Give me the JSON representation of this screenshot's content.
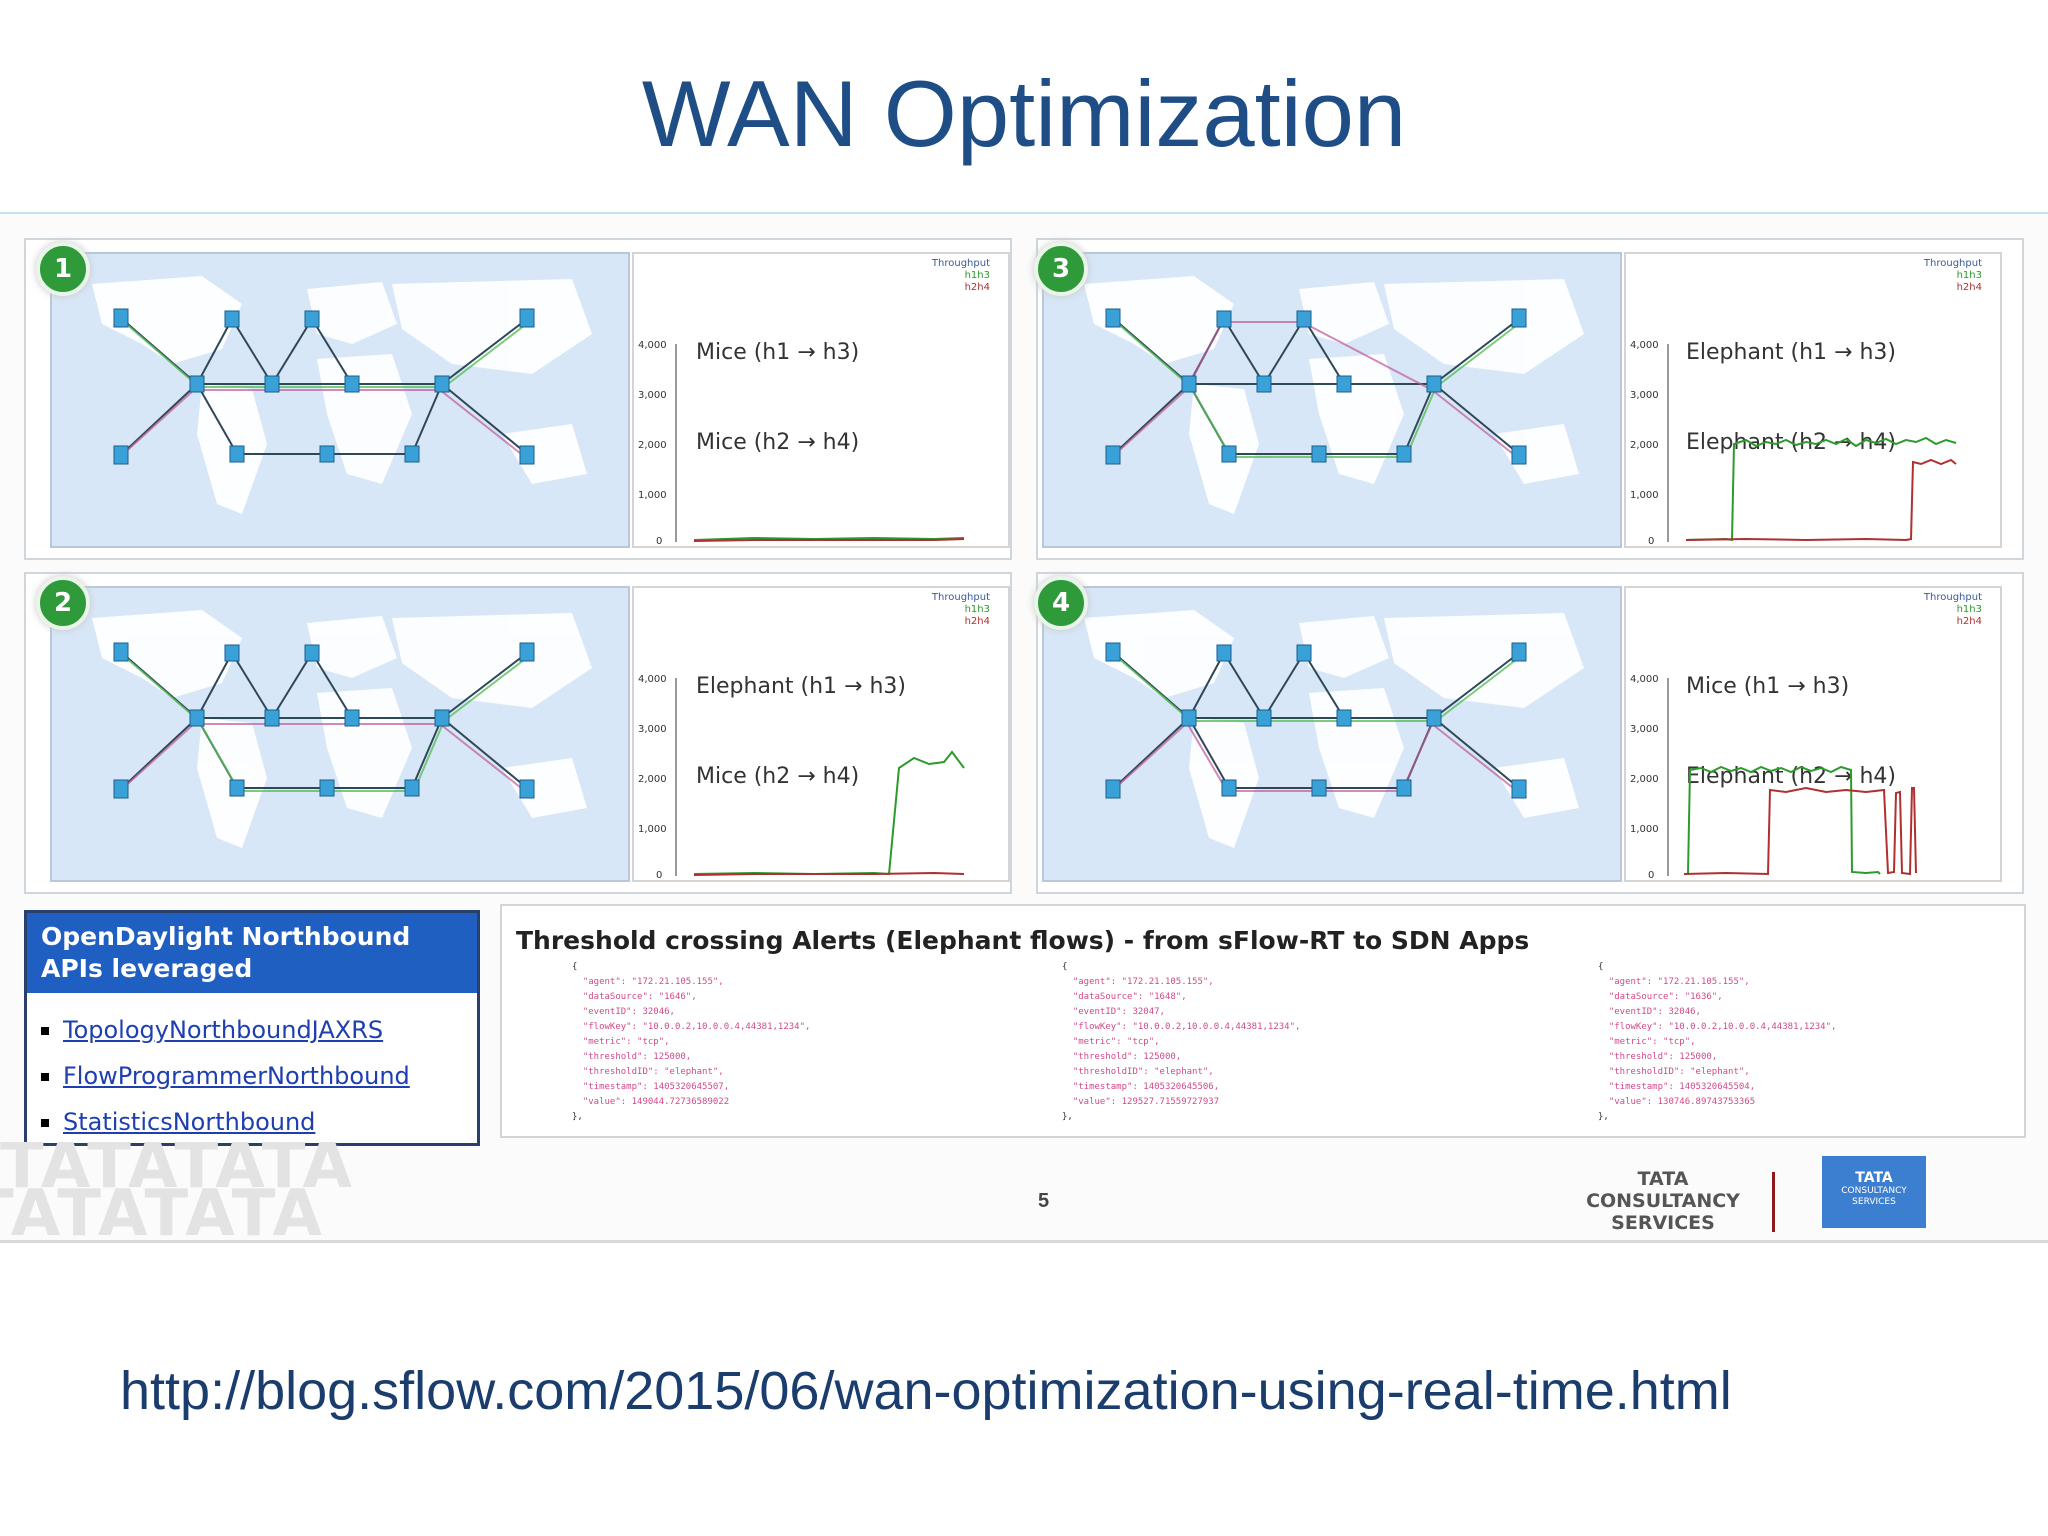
{
  "title": "WAN Optimization",
  "panels": [
    {
      "badge": "1",
      "flows": [
        "Mice (h1 → h3)",
        "Mice (h2 → h4)"
      ],
      "legend": [
        "Throughput",
        "h1h3",
        "h2h4"
      ],
      "yticks": [
        "4,000",
        "3,000",
        "2,000",
        "1,000",
        "0"
      ]
    },
    {
      "badge": "3",
      "flows": [
        "Elephant (h1 → h3)",
        "Elephant (h2 → h4)"
      ],
      "legend": [
        "Throughput",
        "h1h3",
        "h2h4"
      ],
      "yticks": [
        "4,000",
        "3,000",
        "2,000",
        "1,000",
        "0"
      ]
    },
    {
      "badge": "2",
      "flows": [
        "Elephant (h1 → h3)",
        "Mice (h2 → h4)"
      ],
      "legend": [
        "Throughput",
        "h1h3",
        "h2h4"
      ],
      "yticks": [
        "4,000",
        "3,000",
        "2,000",
        "1,000",
        "0"
      ]
    },
    {
      "badge": "4",
      "flows": [
        "Mice (h1 → h3)",
        "Elephant (h2 → h4)"
      ],
      "legend": [
        "Throughput",
        "h1h3",
        "h2h4"
      ],
      "yticks": [
        "4,000",
        "3,000",
        "2,000",
        "1,000",
        "0"
      ]
    }
  ],
  "api_box": {
    "heading_line1": "OpenDaylight Northbound",
    "heading_line2": "APIs leveraged",
    "items": [
      "TopologyNorthboundJAXRS",
      "FlowProgrammerNorthbound",
      "StatisticsNorthbound"
    ]
  },
  "alerts": {
    "title": "Threshold crossing Alerts (Elephant flows) -  from sFlow-RT to SDN Apps",
    "blocks": [
      [
        "{",
        "\"agent\": \"172.21.105.155\",",
        "\"dataSource\": \"1646\",",
        "\"eventID\": 32046,",
        "\"flowKey\": \"10.0.0.2,10.0.0.4,44381,1234\",",
        "\"metric\": \"tcp\",",
        "\"threshold\": 125000,",
        "\"thresholdID\": \"elephant\",",
        "\"timestamp\": 1405320645507,",
        "\"value\": 149044.72736589022",
        "},"
      ],
      [
        "{",
        "\"agent\": \"172.21.105.155\",",
        "\"dataSource\": \"1648\",",
        "\"eventID\": 32047,",
        "\"flowKey\": \"10.0.0.2,10.0.0.4,44381,1234\",",
        "\"metric\": \"tcp\",",
        "\"threshold\": 125000,",
        "\"thresholdID\": \"elephant\",",
        "\"timestamp\": 1405320645506,",
        "\"value\": 129527.71559727937",
        "},"
      ],
      [
        "{",
        "\"agent\": \"172.21.105.155\",",
        "\"dataSource\": \"1636\",",
        "\"eventID\": 32046,",
        "\"flowKey\": \"10.0.0.2,10.0.0.4,44381,1234\",",
        "\"metric\": \"tcp\",",
        "\"threshold\": 125000,",
        "\"thresholdID\": \"elephant\",",
        "\"timestamp\": 1405320645504,",
        "\"value\": 130746.89743753365",
        "},"
      ]
    ]
  },
  "page_number": "5",
  "brand": {
    "watermark": "TATATATA",
    "tcs_line1": "TATA",
    "tcs_line2": "CONSULTANCY",
    "tcs_line3": "SERVICES",
    "logo_line1": "TATA",
    "logo_line2": "CONSULTANCY",
    "logo_line3": "SERVICES"
  },
  "url": "http://blog.sflow.com/2015/06/wan-optimization-using-real-time.html",
  "colors": {
    "title": "#1f4e87",
    "h1h3": "#2c9a2c",
    "h2h4": "#b03030",
    "api_header": "#1f5fc2"
  }
}
